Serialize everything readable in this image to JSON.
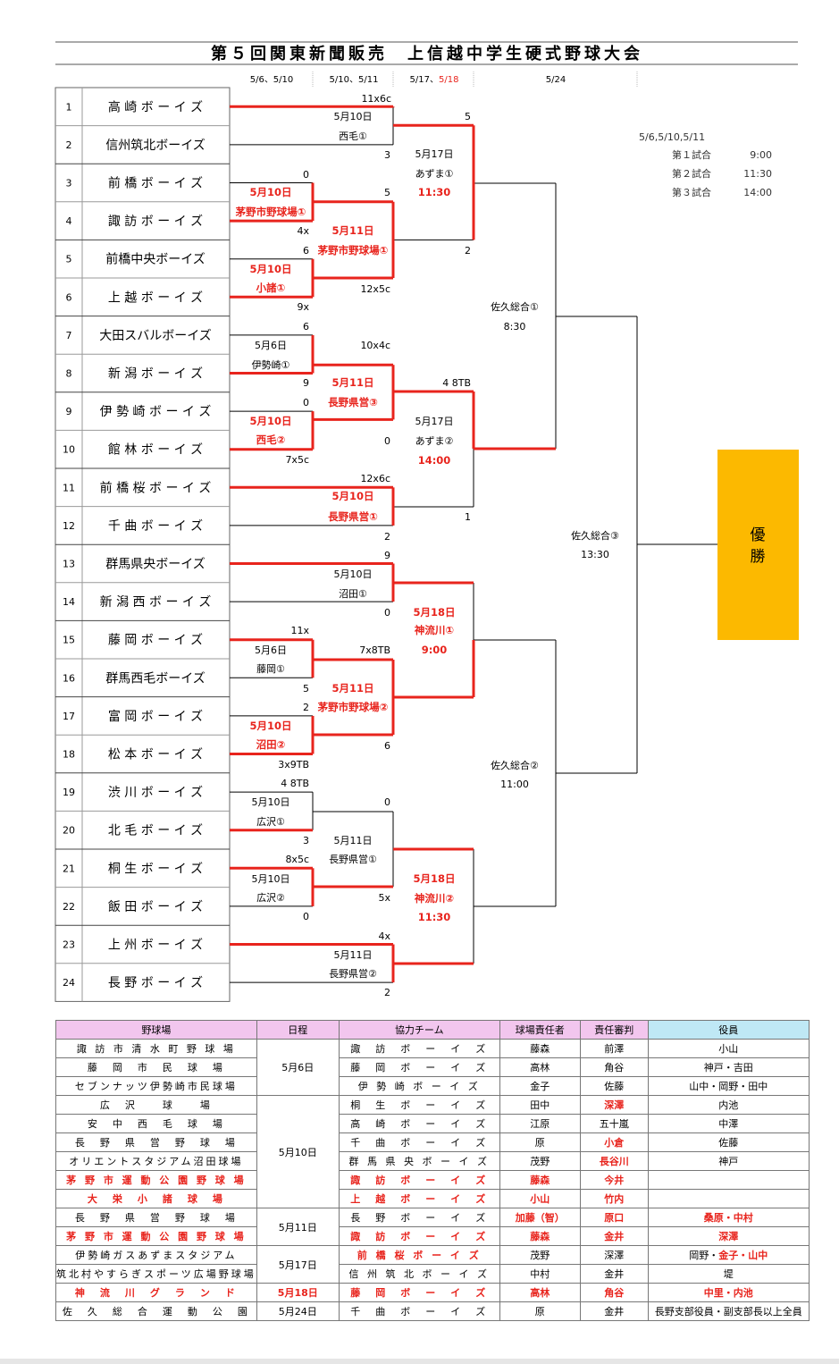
{
  "title": "第５回関東新聞販売　上信越中学生硬式野球大会",
  "round_headers": [
    {
      "label": "5/6、5/10",
      "red_part": ""
    },
    {
      "label": "5/10、5/11",
      "red_part": ""
    },
    {
      "label": "5/17、",
      "red_part": "5/18"
    },
    {
      "label": "5/24",
      "red_part": ""
    }
  ],
  "teams": [
    "高 崎 ボ ー イ ズ",
    "信州筑北ボーイズ",
    "前 橋 ボ ー イ ズ",
    "諏 訪 ボ ー イ ズ",
    "前橋中央ボーイズ",
    "上 越 ボ ー イ ズ",
    "大田スバルボーイズ",
    "新 潟 ボ ー イ ズ",
    "伊 勢 崎 ボ ー イ ズ",
    "館 林 ボ ー イ ズ",
    "前 橋 桜 ボ ー イ ズ",
    "千 曲 ボ ー イ ズ",
    "群馬県央ボーイズ",
    "新 潟 西 ボ ー イ ズ",
    "藤 岡 ボ ー イ ズ",
    "群馬西毛ボーイズ",
    "富 岡 ボ ー イ ズ",
    "松 本 ボ ー イ ズ",
    "渋 川 ボ ー イ ズ",
    "北 毛 ボ ー イ ズ",
    "桐 生 ボ ー イ ズ",
    "飯 田 ボ ー イ ズ",
    "上 州 ボ ー イ ズ",
    "長 野 ボ ー イ ズ"
  ],
  "bracket_texts": [
    {
      "t": "11x6c",
      "red": false
    },
    {
      "t": "5月10日",
      "red": false
    },
    {
      "t": "西毛①",
      "red": false
    },
    {
      "t": "3",
      "red": false
    },
    {
      "t": "5",
      "red": false
    },
    {
      "t": "0",
      "red": false
    },
    {
      "t": "5月10日",
      "red": true
    },
    {
      "t": "茅野市野球場①",
      "red": true
    },
    {
      "t": "5",
      "red": false
    },
    {
      "t": "4x",
      "red": false
    },
    {
      "t": "5月11日",
      "red": true
    },
    {
      "t": "茅野市野球場①",
      "red": true
    },
    {
      "t": "6",
      "red": false
    },
    {
      "t": "5月10日",
      "red": true
    },
    {
      "t": "小諸①",
      "red": true
    },
    {
      "t": "9x",
      "red": false
    },
    {
      "t": "12x5c",
      "red": false
    },
    {
      "t": "2",
      "red": false
    },
    {
      "t": "5月17日",
      "red": false
    },
    {
      "t": "あずま①",
      "red": false
    },
    {
      "t": "11:30",
      "red": true
    },
    {
      "t": "6",
      "red": false
    },
    {
      "t": "5月6日",
      "red": false
    },
    {
      "t": "伊勢崎①",
      "red": false
    },
    {
      "t": "9",
      "red": false
    },
    {
      "t": "10x4c",
      "red": false
    },
    {
      "t": "5月11日",
      "red": true
    },
    {
      "t": "長野県営③",
      "red": true
    },
    {
      "t": "0",
      "red": false
    },
    {
      "t": "0",
      "red": false
    },
    {
      "t": "5月10日",
      "red": true
    },
    {
      "t": "西毛②",
      "red": true
    },
    {
      "t": "7x5c",
      "red": false
    },
    {
      "t": "4 8TB",
      "red": false
    },
    {
      "t": "5月17日",
      "red": false
    },
    {
      "t": "あずま②",
      "red": false
    },
    {
      "t": "14:00",
      "red": true
    },
    {
      "t": "12x6c",
      "red": false
    },
    {
      "t": "5月10日",
      "red": true
    },
    {
      "t": "長野県営①",
      "red": true
    },
    {
      "t": "2",
      "red": false
    },
    {
      "t": "1",
      "red": false
    },
    {
      "t": "佐久総合①",
      "red": false
    },
    {
      "t": "8:30",
      "red": false
    },
    {
      "t": "佐久総合③",
      "red": false
    },
    {
      "t": "13:30",
      "red": false
    },
    {
      "t": "9",
      "red": false
    },
    {
      "t": "5月10日",
      "red": false
    },
    {
      "t": "沼田①",
      "red": false
    },
    {
      "t": "0",
      "red": false
    },
    {
      "t": "5月18日",
      "red": true
    },
    {
      "t": "神流川①",
      "red": true
    },
    {
      "t": "9:00",
      "red": true
    },
    {
      "t": "11x",
      "red": false
    },
    {
      "t": "5月6日",
      "red": false
    },
    {
      "t": "藤岡①",
      "red": false
    },
    {
      "t": "5",
      "red": false
    },
    {
      "t": "7x8TB",
      "red": false
    },
    {
      "t": "5月11日",
      "red": true
    },
    {
      "t": "茅野市野球場②",
      "red": true
    },
    {
      "t": "2",
      "red": false
    },
    {
      "t": "5月10日",
      "red": true
    },
    {
      "t": "沼田②",
      "red": true
    },
    {
      "t": "3x9TB",
      "red": false
    },
    {
      "t": "6",
      "red": false
    },
    {
      "t": "佐久総合②",
      "red": false
    },
    {
      "t": "11:00",
      "red": false
    },
    {
      "t": "4 8TB",
      "red": false
    },
    {
      "t": "5月10日",
      "red": false
    },
    {
      "t": "広沢①",
      "red": false
    },
    {
      "t": "3",
      "red": false
    },
    {
      "t": "0",
      "red": false
    },
    {
      "t": "5月11日",
      "red": false
    },
    {
      "t": "長野県営①",
      "red": false
    },
    {
      "t": "8x5c",
      "red": false
    },
    {
      "t": "5月10日",
      "red": false
    },
    {
      "t": "広沢②",
      "red": false
    },
    {
      "t": "0",
      "red": false
    },
    {
      "t": "5x",
      "red": false
    },
    {
      "t": "5月18日",
      "red": true
    },
    {
      "t": "神流川②",
      "red": true
    },
    {
      "t": "11:30",
      "red": true
    },
    {
      "t": "4x",
      "red": false
    },
    {
      "t": "5月11日",
      "red": false
    },
    {
      "t": "長野県営②",
      "red": false
    },
    {
      "t": "2",
      "red": false
    }
  ],
  "schedule_note": {
    "dates": "5/6,5/10,5/11",
    "rows": [
      {
        "label": "第１試合",
        "time": "9:00"
      },
      {
        "label": "第２試合",
        "time": "11:30"
      },
      {
        "label": "第３試合",
        "time": "14:00"
      }
    ]
  },
  "champion_label": [
    "優",
    "勝"
  ],
  "colors": {
    "win_line": "#e8241d",
    "champion_box": "#fcb900",
    "header_pink": "#f2c6ee",
    "header_blue": "#bfe8f5"
  },
  "table": {
    "headers": [
      "野球場",
      "日程",
      "協力チーム",
      "球場責任者",
      "責任審判",
      "役員"
    ],
    "rows": [
      {
        "stadium": "諏 訪 市 清 水 町 野 球 場",
        "date": "5月6日",
        "team": "諏　訪　ボ　ー　イ　ズ",
        "manager": "藤森",
        "umpire": "前澤",
        "officials": "小山",
        "red": []
      },
      {
        "stadium": "藤　岡　市　民　球　場",
        "date": "",
        "team": "藤　岡　ボ　ー　イ　ズ",
        "manager": "高林",
        "umpire": "角谷",
        "officials": "神戸・吉田",
        "red": []
      },
      {
        "stadium": "セブンナッツ伊勢崎市民球場",
        "date": "",
        "team": "伊 勢 崎 ボ ー イ ズ",
        "manager": "金子",
        "umpire": "佐藤",
        "officials": "山中・岡野・田中",
        "red": []
      },
      {
        "stadium": "広　沢　　球　　場",
        "date": "5月10日",
        "team": "桐　生　ボ　ー　イ　ズ",
        "manager": "田中",
        "umpire": "深澤",
        "officials": "内池",
        "red": [
          "umpire"
        ]
      },
      {
        "stadium": "安　中　西　毛　球　場",
        "date": "",
        "team": "高　崎　ボ　ー　イ　ズ",
        "manager": "江原",
        "umpire": "五十嵐",
        "officials": "中澤",
        "red": []
      },
      {
        "stadium": "長　野　県　営　野　球　場",
        "date": "",
        "team": "千　曲　ボ　ー　イ　ズ",
        "manager": "原",
        "umpire": "小倉",
        "officials": "佐藤",
        "red": [
          "umpire"
        ]
      },
      {
        "stadium": "オリエントスタジアム沼田球場",
        "date": "",
        "team": "群 馬 県 央 ボ ー イ ズ",
        "manager": "茂野",
        "umpire": "長谷川",
        "officials": "神戸",
        "red": [
          "umpire"
        ]
      },
      {
        "stadium": "茅 野 市 運 動 公 園 野 球 場",
        "date": "",
        "team": "諏　訪　ボ　ー　イ　ズ",
        "manager": "藤森",
        "umpire": "今井",
        "officials": "",
        "red": [
          "stadium",
          "team",
          "manager",
          "umpire"
        ]
      },
      {
        "stadium": "大　栄　小　諸　球　場",
        "date": "",
        "team": "上　越　ボ　ー　イ　ズ",
        "manager": "小山",
        "umpire": "竹内",
        "officials": "",
        "red": [
          "stadium",
          "team",
          "manager",
          "umpire"
        ]
      },
      {
        "stadium": "長　野　県　営　野　球　場",
        "date": "5月11日",
        "team": "長　野　ボ　ー　イ　ズ",
        "manager": "加藤（智）",
        "umpire": "原口",
        "officials": "桑原・中村",
        "red": [
          "manager",
          "umpire",
          "officials"
        ]
      },
      {
        "stadium": "茅 野 市 運 動 公 園 野 球 場",
        "date": "",
        "team": "諏　訪　ボ　ー　イ　ズ",
        "manager": "藤森",
        "umpire": "金井",
        "officials": "深澤",
        "red": [
          "stadium",
          "team",
          "manager",
          "umpire",
          "officials"
        ]
      },
      {
        "stadium": "伊勢崎ガスあずまスタジアム",
        "date": "5月17日",
        "team": "前 橋 桜 ボ ー イ ズ",
        "manager": "茂野",
        "umpire": "深澤",
        "officials": "岡野・金子・山中",
        "red": [
          "team"
        ],
        "partial": {
          "before": "岡野・",
          "red": "金子・山中",
          "after": ""
        }
      },
      {
        "stadium": "筑北村やすらぎスポーツ広場野球場",
        "date": "",
        "team": "信 州 筑 北 ボ ー イ ズ",
        "manager": "中村",
        "umpire": "金井",
        "officials": "堤",
        "red": []
      },
      {
        "stadium": "神　流　川　グ　ラ　ン　ド",
        "date": "5月18日",
        "team": "藤　岡　ボ　ー　イ　ズ",
        "manager": "高林",
        "umpire": "角谷",
        "officials": "中里・内池",
        "red": [
          "stadium",
          "date",
          "team",
          "manager",
          "umpire",
          "officials"
        ]
      },
      {
        "stadium": "佐　久　総　合　運　動　公　園",
        "date": "5月24日",
        "team": "千　曲　ボ　ー　イ　ズ",
        "manager": "原",
        "umpire": "金井",
        "officials": "長野支部役員・副支部長以上全員",
        "red": []
      }
    ]
  }
}
